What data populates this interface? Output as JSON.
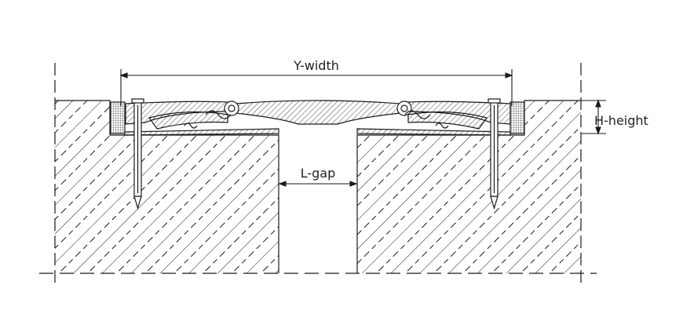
{
  "labels": {
    "width": "Y-width",
    "gap": "L-gap",
    "height": "H-height"
  },
  "colors": {
    "line": "#1a1a1a",
    "background": "#ffffff"
  }
}
